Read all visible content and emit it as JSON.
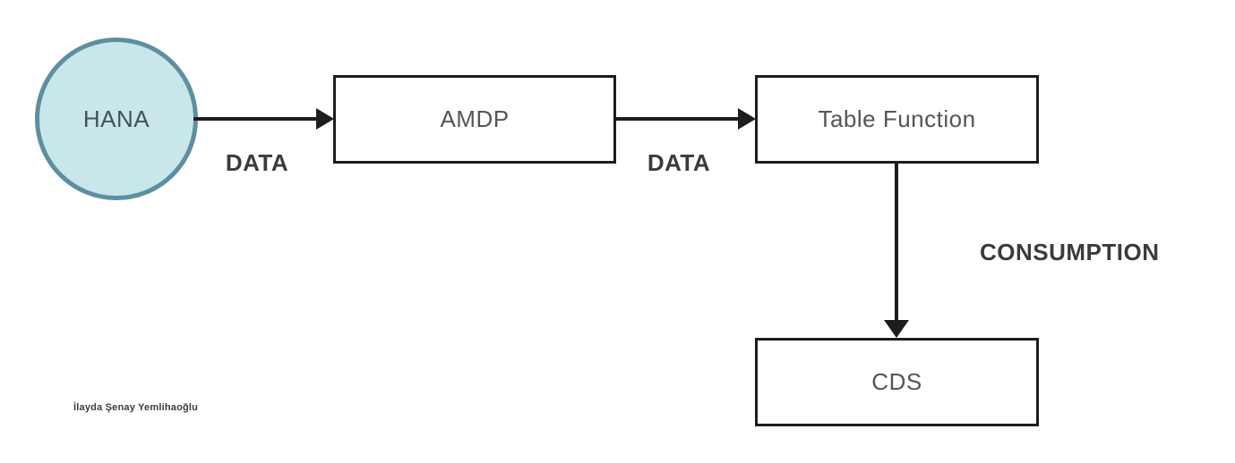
{
  "slide": {
    "credit": "İlayda Şenay Yemlihaoğlu"
  },
  "diagram": {
    "type": "flow-diagram",
    "nodes": [
      {
        "id": "hana",
        "label": "HANA",
        "shape": "circle"
      },
      {
        "id": "amdp",
        "label": "AMDP",
        "shape": "rect"
      },
      {
        "id": "table-function",
        "label": "Table Function",
        "shape": "rect"
      },
      {
        "id": "cds",
        "label": "CDS",
        "shape": "rect"
      }
    ],
    "edges": [
      {
        "from": "hana",
        "to": "amdp",
        "label": "DATA",
        "direction": "right"
      },
      {
        "from": "amdp",
        "to": "table-function",
        "label": "DATA",
        "direction": "right"
      },
      {
        "from": "table-function",
        "to": "cds",
        "label": "CONSUMPTION",
        "direction": "down"
      }
    ]
  },
  "colors": {
    "background": "#ffffff",
    "node_fill": "#ffffff",
    "node_border": "#1d1d1d",
    "node_text": "#555555",
    "hana_fill": "#c9e6ea",
    "hana_border": "#5e8fa0",
    "hana_text": "#43525a",
    "arrow": "#1d1d1d",
    "edge_text": "#3b3b3b"
  }
}
